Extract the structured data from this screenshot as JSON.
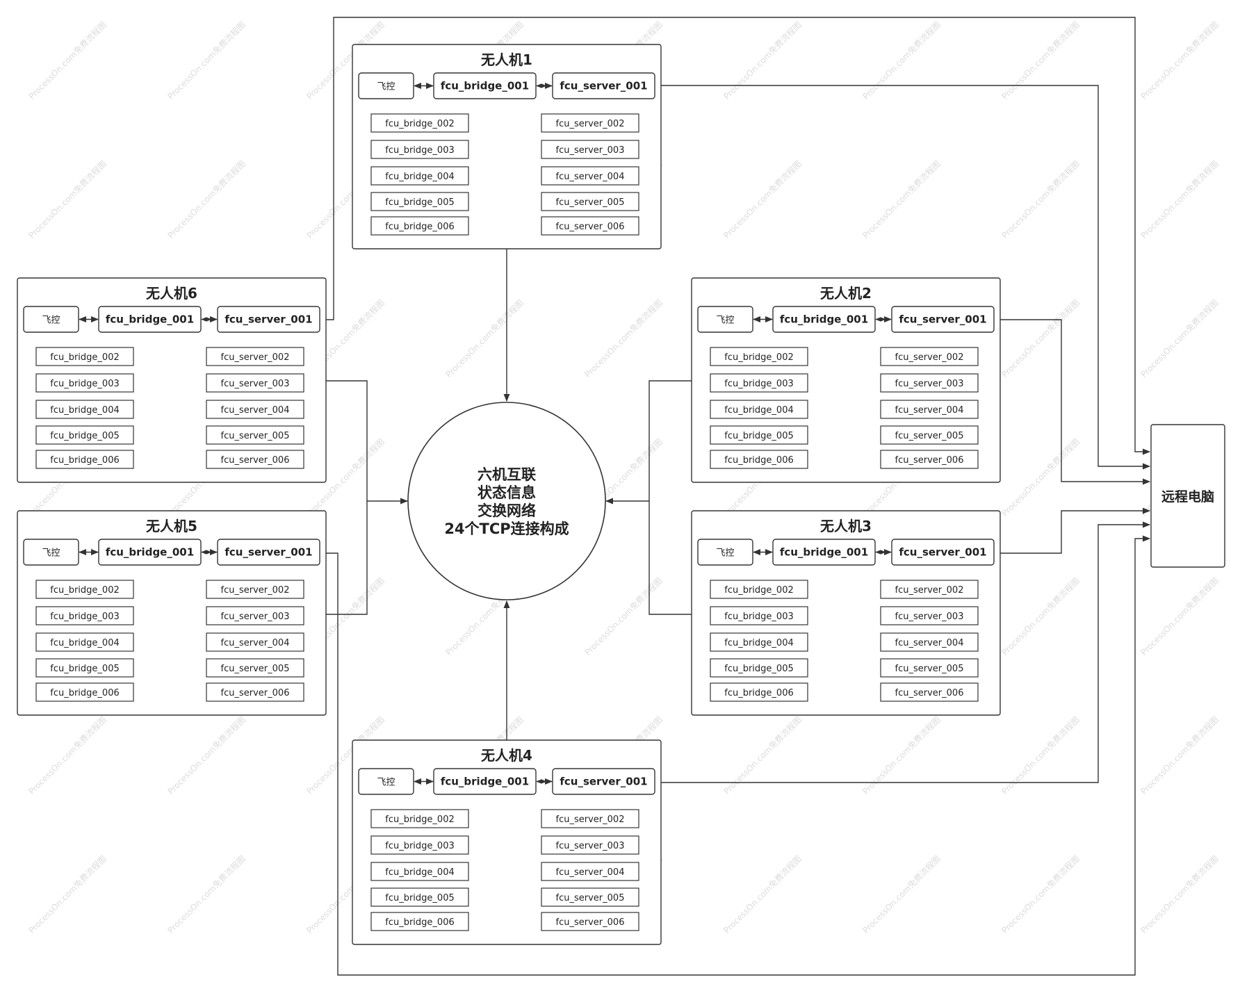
{
  "watermark_text": "ProcessOn.com免费流程图",
  "center": {
    "lines": [
      "六机互联",
      "状态信息",
      "交换网络",
      "24个TCP连接构成"
    ]
  },
  "remote_pc": {
    "label": "远程电脑"
  },
  "drones": [
    {
      "id": "drone1",
      "title": "无人机1",
      "fc_label": "飞控",
      "bridge_main": "fcu_bridge_001",
      "server_main": "fcu_server_001",
      "bridges": [
        "fcu_bridge_002",
        "fcu_bridge_003",
        "fcu_bridge_004",
        "fcu_bridge_005",
        "fcu_bridge_006"
      ],
      "servers": [
        "fcu_server_002",
        "fcu_server_003",
        "fcu_server_004",
        "fcu_server_005",
        "fcu_server_006"
      ]
    },
    {
      "id": "drone2",
      "title": "无人机2",
      "fc_label": "飞控",
      "bridge_main": "fcu_bridge_001",
      "server_main": "fcu_server_001",
      "bridges": [
        "fcu_bridge_002",
        "fcu_bridge_003",
        "fcu_bridge_004",
        "fcu_bridge_005",
        "fcu_bridge_006"
      ],
      "servers": [
        "fcu_server_002",
        "fcu_server_003",
        "fcu_server_004",
        "fcu_server_005",
        "fcu_server_006"
      ]
    },
    {
      "id": "drone3",
      "title": "无人机3",
      "fc_label": "飞控",
      "bridge_main": "fcu_bridge_001",
      "server_main": "fcu_server_001",
      "bridges": [
        "fcu_bridge_002",
        "fcu_bridge_003",
        "fcu_bridge_004",
        "fcu_bridge_005",
        "fcu_bridge_006"
      ],
      "servers": [
        "fcu_server_002",
        "fcu_server_003",
        "fcu_server_004",
        "fcu_server_005",
        "fcu_server_006"
      ]
    },
    {
      "id": "drone4",
      "title": "无人机4",
      "fc_label": "飞控",
      "bridge_main": "fcu_bridge_001",
      "server_main": "fcu_server_001",
      "bridges": [
        "fcu_bridge_002",
        "fcu_bridge_003",
        "fcu_bridge_004",
        "fcu_bridge_005",
        "fcu_bridge_006"
      ],
      "servers": [
        "fcu_server_002",
        "fcu_server_003",
        "fcu_server_004",
        "fcu_server_005",
        "fcu_server_006"
      ]
    },
    {
      "id": "drone5",
      "title": "无人机5",
      "fc_label": "飞控",
      "bridge_main": "fcu_bridge_001",
      "server_main": "fcu_server_001",
      "bridges": [
        "fcu_bridge_002",
        "fcu_bridge_003",
        "fcu_bridge_004",
        "fcu_bridge_005",
        "fcu_bridge_006"
      ],
      "servers": [
        "fcu_server_002",
        "fcu_server_003",
        "fcu_server_004",
        "fcu_server_005",
        "fcu_server_006"
      ]
    },
    {
      "id": "drone6",
      "title": "无人机6",
      "fc_label": "飞控",
      "bridge_main": "fcu_bridge_001",
      "server_main": "fcu_server_001",
      "bridges": [
        "fcu_bridge_002",
        "fcu_bridge_003",
        "fcu_bridge_004",
        "fcu_bridge_005",
        "fcu_bridge_006"
      ],
      "servers": [
        "fcu_server_002",
        "fcu_server_003",
        "fcu_server_004",
        "fcu_server_005",
        "fcu_server_006"
      ]
    }
  ]
}
